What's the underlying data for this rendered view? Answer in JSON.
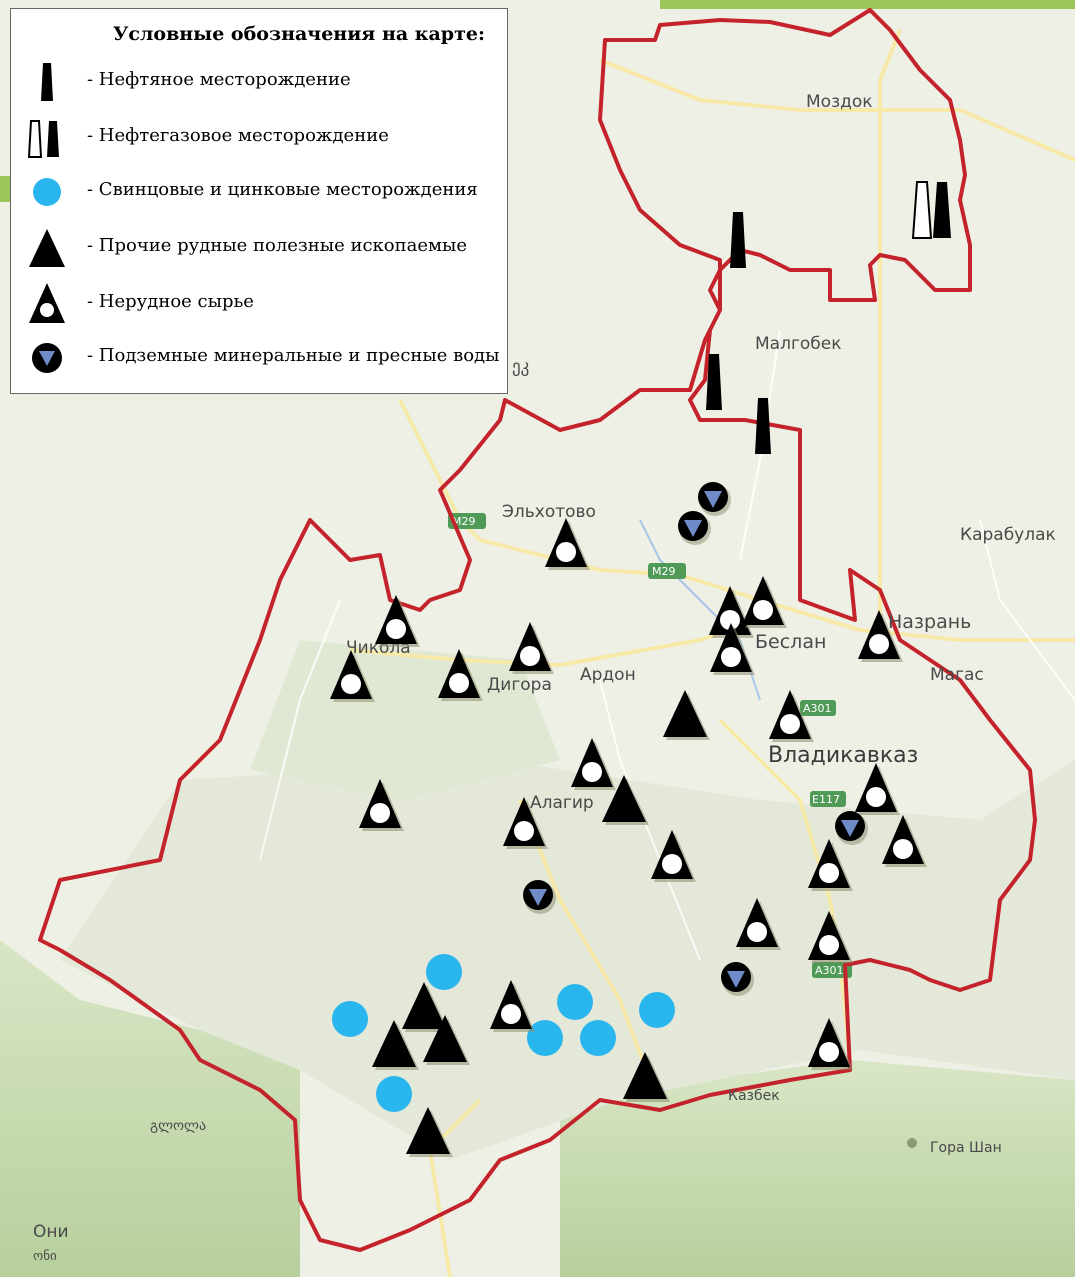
{
  "legend": {
    "title": "Условные обозначения на карте:",
    "items": [
      {
        "key": "oil",
        "label": "- Нефтяное месторождение"
      },
      {
        "key": "oilgas",
        "label": "- Нефтегазовое месторождение"
      },
      {
        "key": "leadzinc",
        "label": "- Свинцовые и цинковые месторождения"
      },
      {
        "key": "ore",
        "label": "- Прочие рудные полезные ископаемые"
      },
      {
        "key": "nonmetal",
        "label": "- Нерудное сырье"
      },
      {
        "key": "water",
        "label": "- Подземные минеральные и пресные воды"
      }
    ]
  },
  "cities": [
    {
      "name": "Моздок"
    },
    {
      "name": "Малгобек"
    },
    {
      "name": "Карабулак"
    },
    {
      "name": "Назрань"
    },
    {
      "name": "Магас"
    },
    {
      "name": "Беслан"
    },
    {
      "name": "Владикавказ"
    },
    {
      "name": "Эльхотово"
    },
    {
      "name": "Чикола"
    },
    {
      "name": "Дигора"
    },
    {
      "name": "Ардон"
    },
    {
      "name": "Алагир"
    },
    {
      "name": "Казбек"
    },
    {
      "name": "Гора Шан"
    },
    {
      "name": "Они"
    },
    {
      "name": "ონი"
    },
    {
      "name": "გლოლა"
    },
    {
      "name": "ეკ"
    }
  ],
  "roads": [
    "M29",
    "M29",
    "A301",
    "E117",
    "A301"
  ],
  "colors": {
    "border": "#c4232b",
    "lead_zinc": "#29b6ef",
    "water": "#6f8cc9",
    "mountain": "#c9dbb3",
    "plain": "#eef0e6"
  }
}
